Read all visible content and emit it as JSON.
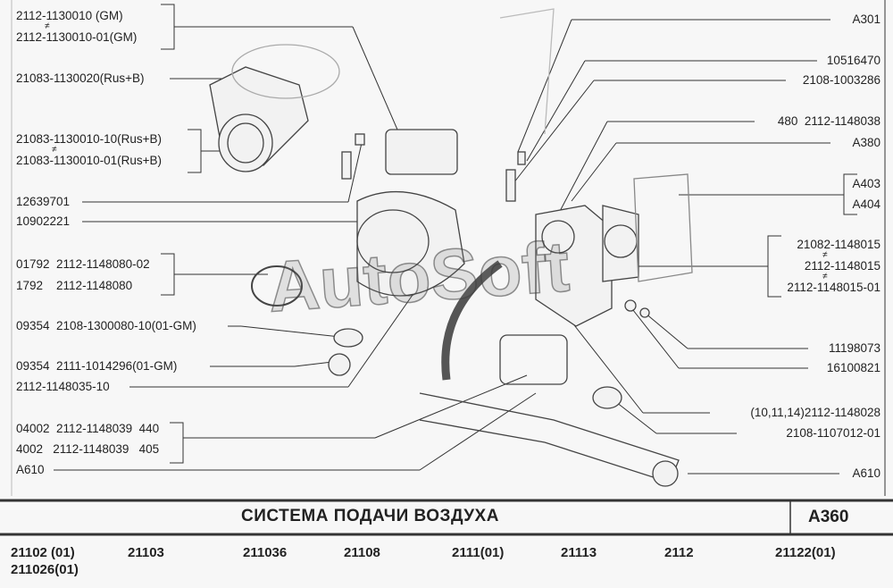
{
  "left_labels": [
    "2112-1130010     (GM)",
    "2112-1130010-01(GM)",
    "21083-1130020(Rus+B)",
    "21083-1130010-10(Rus+B)",
    "21083-1130010-01(Rus+B)",
    "12639701",
    "10902221",
    "01792  2112-1148080-02",
    "1792    2112-1148080",
    "09354  2108-1300080-10(01-GM)",
    "09354  2111-1014296(01-GM)",
    "2112-1148035-10",
    "04002  2112-1148039  440",
    "4002   2112-1148039   405",
    "A610"
  ],
  "right_labels": [
    "A301",
    "10516470",
    "2108-1003286",
    "480  2112-1148038",
    "A380",
    "A403",
    "A404",
    "21082-1148015",
    "2112-1148015",
    "2112-1148015-01",
    "11198073",
    "16100821",
    "(10,11,14)2112-1148028",
    "2108-1107012-01",
    "A610"
  ],
  "not_equal_sign": "≠",
  "watermark": "AutoSoft",
  "footer": {
    "title": "СИСТЕМА  ПОДАЧИ  ВОЗДУХА",
    "code": "A360",
    "models": [
      "21102 (01)",
      "211026(01)",
      "21103",
      "211036",
      "21108",
      "2111(01)",
      "21113",
      "2112",
      "21122(01)"
    ]
  }
}
